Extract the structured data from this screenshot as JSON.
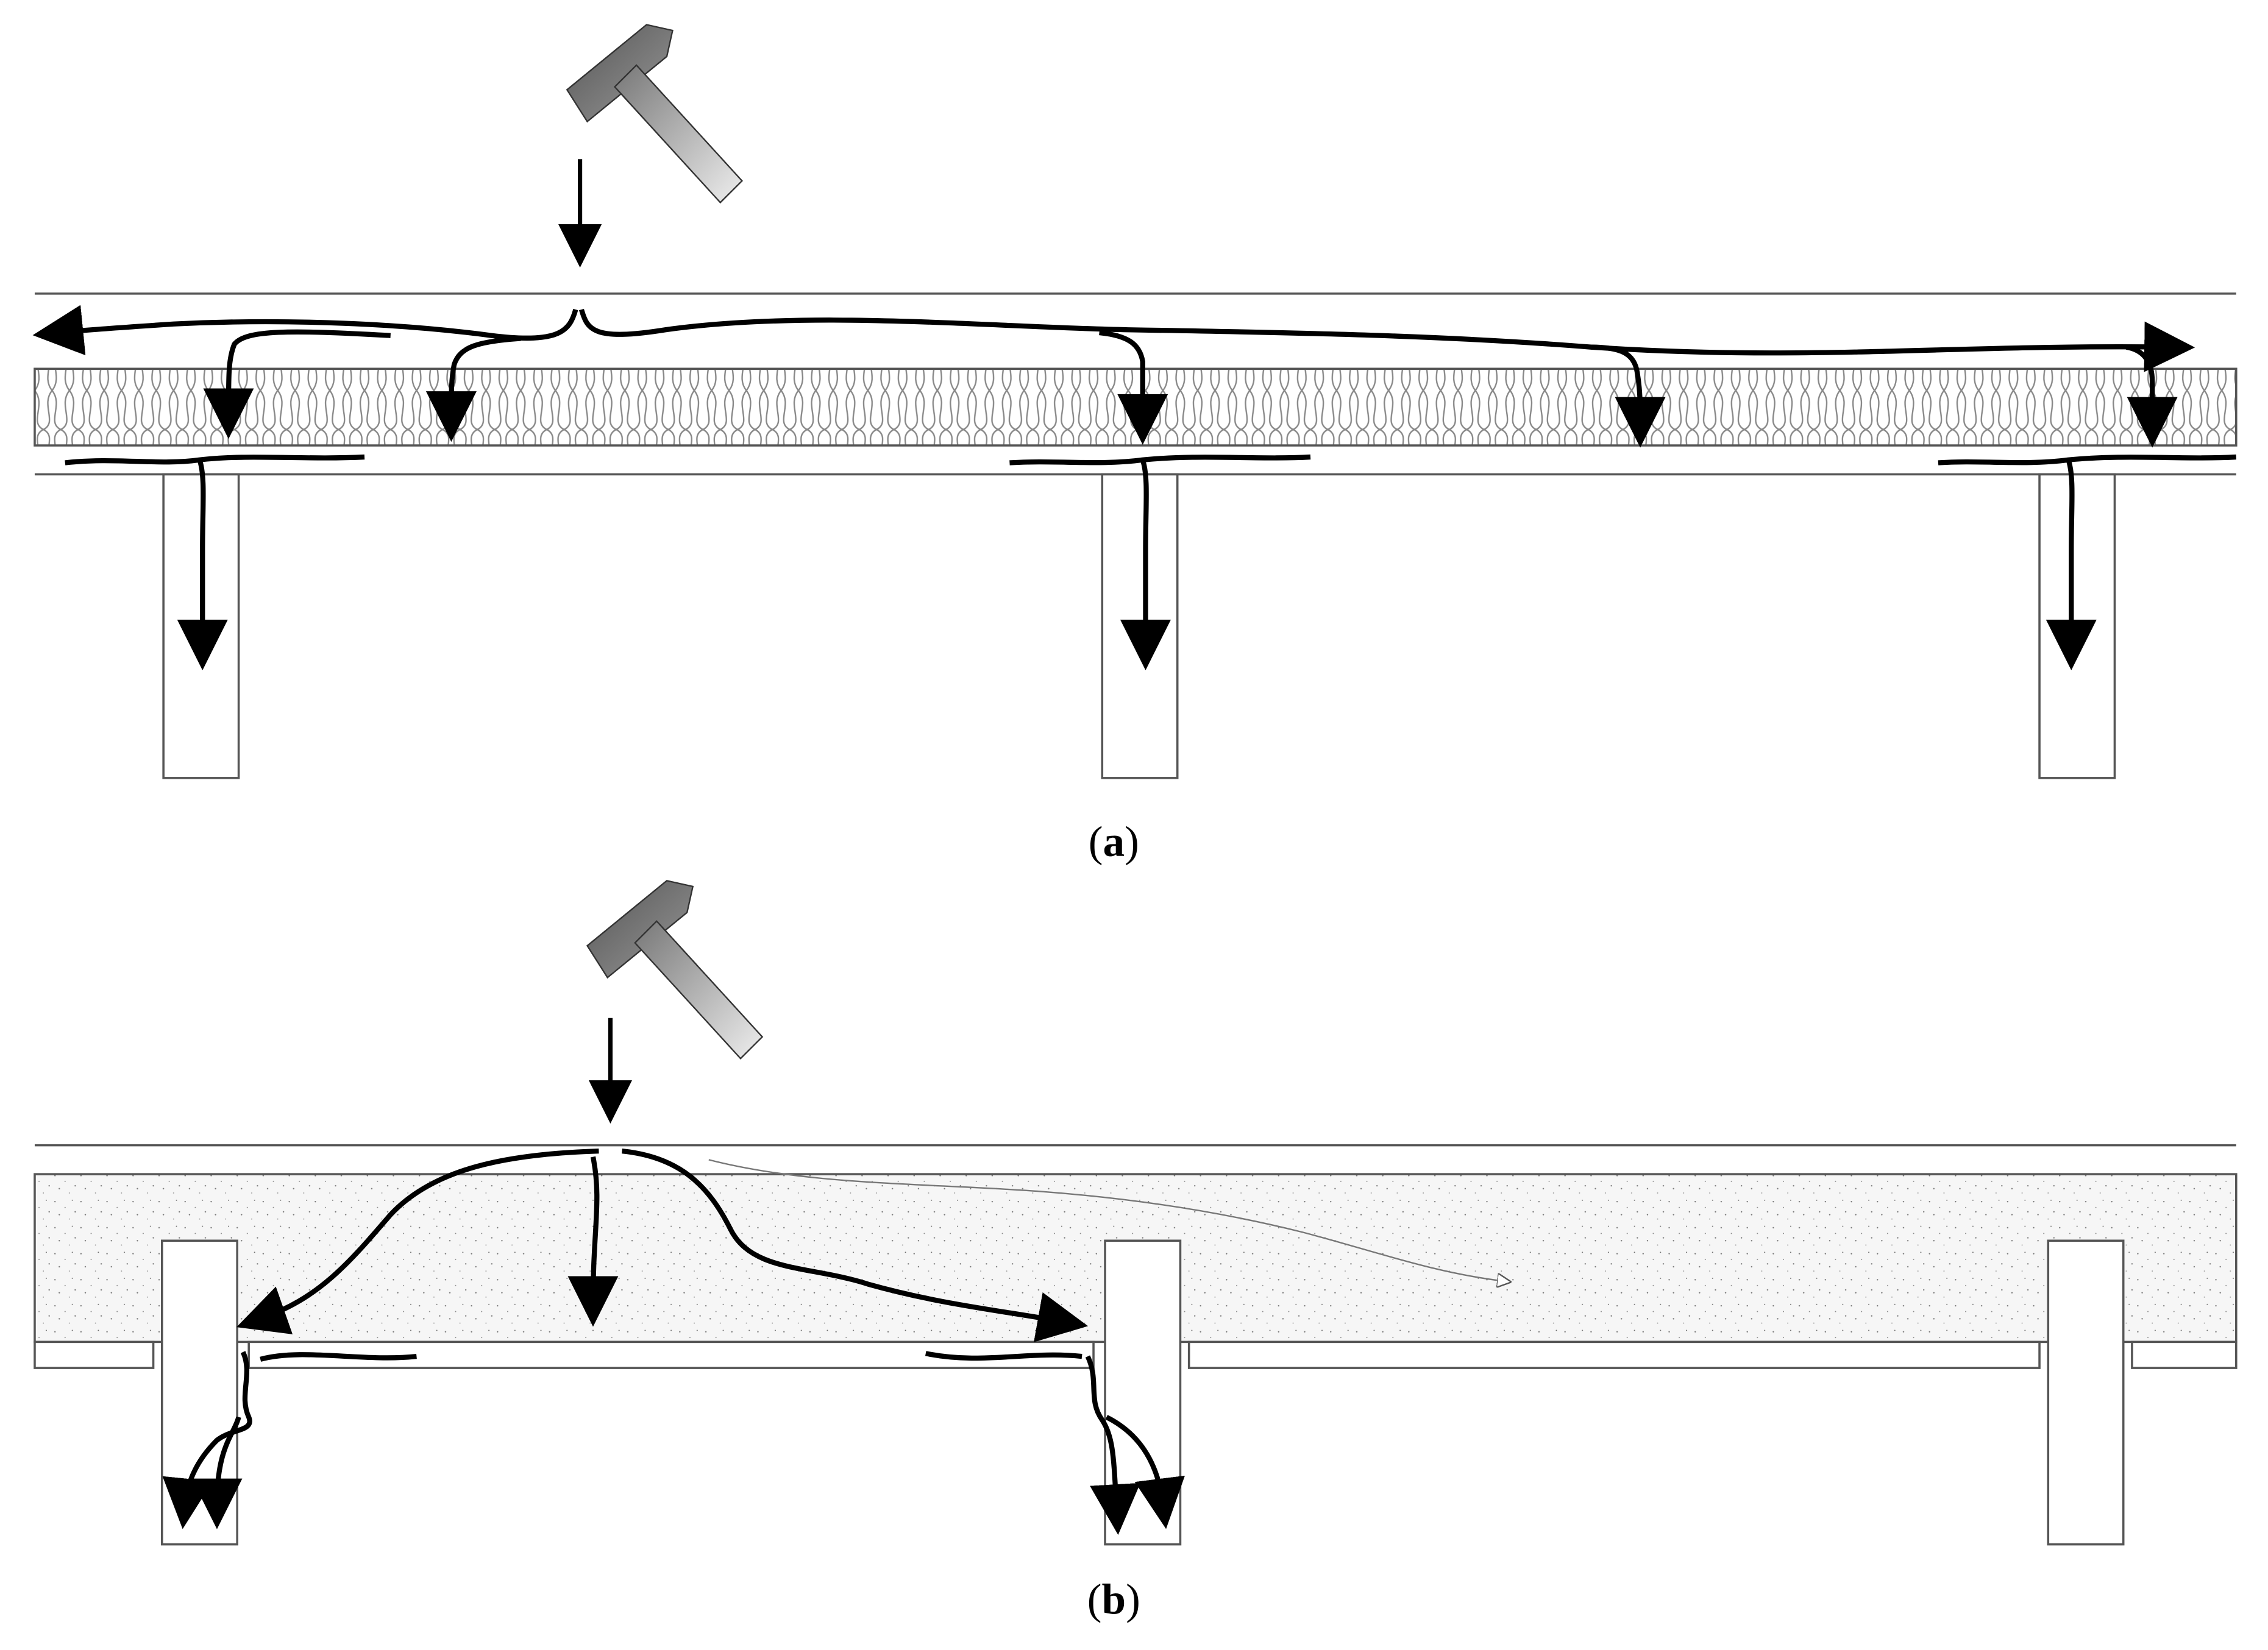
{
  "figure": {
    "panels": [
      {
        "id": "a",
        "caption_open": "(",
        "caption_letter": "a",
        "caption_close": ")"
      },
      {
        "id": "b",
        "caption_open": "(",
        "caption_letter": "b",
        "caption_close": ")"
      }
    ],
    "icons": [
      "hammer-icon",
      "impact-arrow-icon",
      "sound-path-arrow-icon"
    ],
    "colors": {
      "stroke": "#000000",
      "insulation_fill": "#f7f7f7",
      "concrete_fill": "#f4f4f4"
    }
  }
}
